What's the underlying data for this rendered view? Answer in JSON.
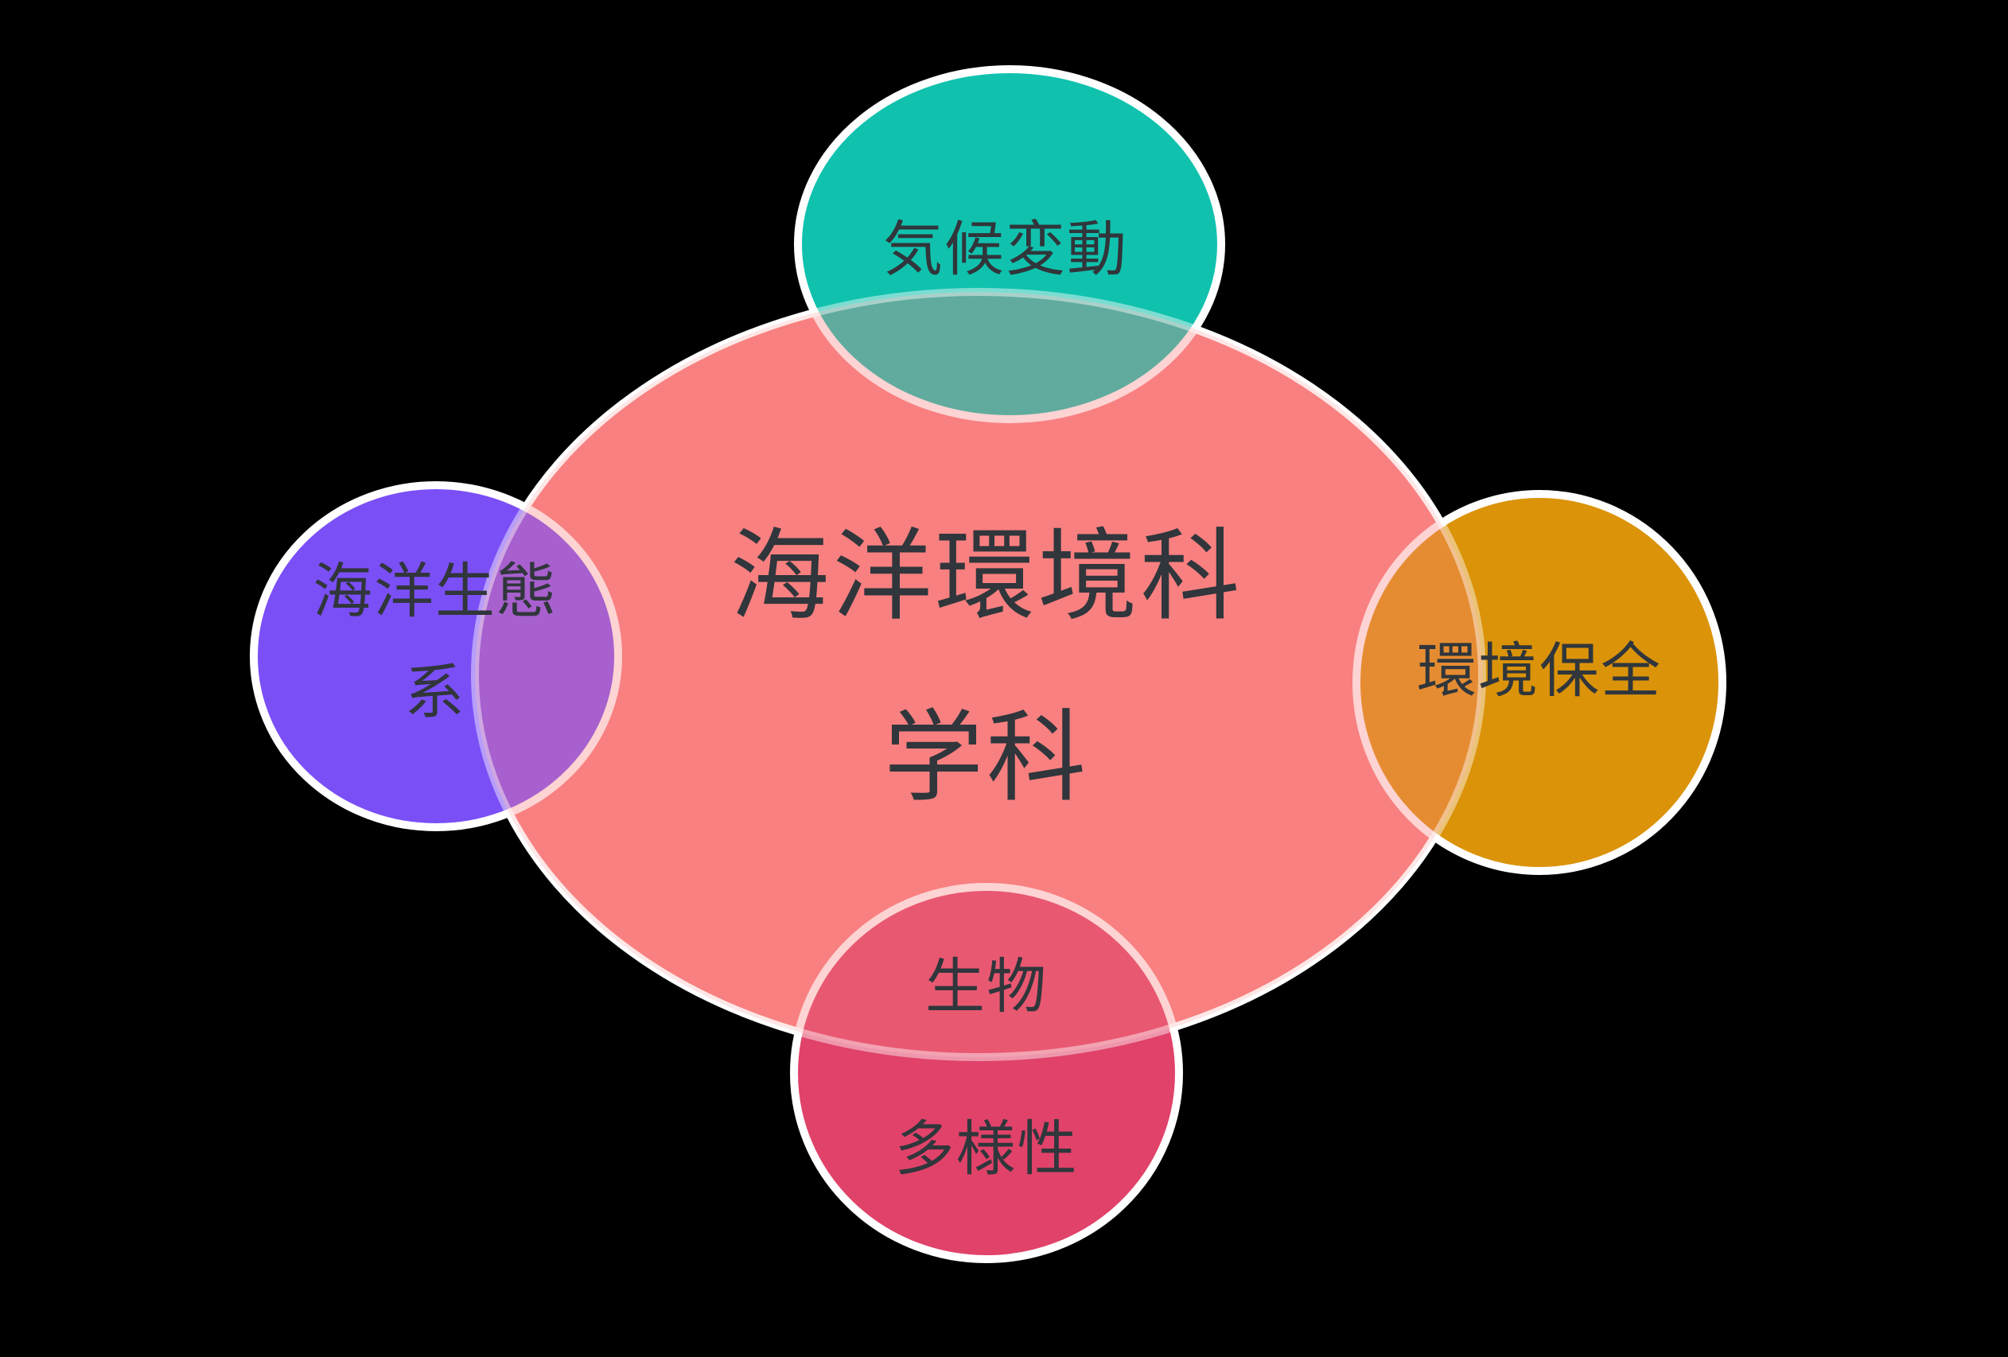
{
  "diagram": {
    "background_color": "#000000",
    "border_color": "#FFFFFF",
    "text_color": "#30363B",
    "center": {
      "name": "marine-environmental-science-department",
      "title_line1": "海洋環境科",
      "title_line2": "学科",
      "color": "#F98080"
    },
    "satellites": [
      {
        "id": "climate-change",
        "position": "top",
        "label": "気候変動",
        "color": "#10C2AE"
      },
      {
        "id": "marine-ecosystem",
        "position": "left",
        "label_line1": "海洋生態",
        "label_line2": "系",
        "color": "#7B4FF6"
      },
      {
        "id": "environment-conservation",
        "position": "right",
        "label": "環境保全",
        "color": "#DB9309"
      },
      {
        "id": "biodiversity",
        "position": "bottom",
        "label_line1": "生物",
        "label_line2": "多様性",
        "color": "#E04269"
      }
    ],
    "overlay": {
      "center_tint_opacity": "0.35",
      "border_tint_opacity": "0.45"
    }
  }
}
